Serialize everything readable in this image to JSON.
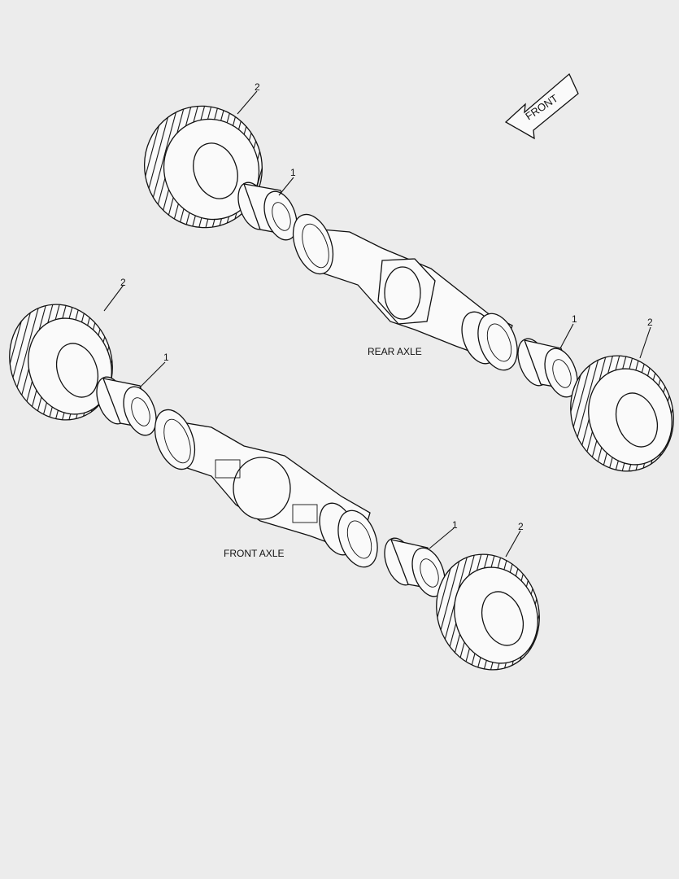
{
  "diagram": {
    "front_arrow_label": "FRONT",
    "rear_axle_label": "REAR AXLE",
    "front_axle_label": "FRONT AXLE",
    "callouts": {
      "rear_left_tire": "2",
      "rear_left_rim": "1",
      "rear_right_rim": "1",
      "rear_right_tire": "2",
      "front_left_tire": "2",
      "front_left_rim": "1",
      "front_right_rim": "1",
      "front_right_tire": "2"
    }
  }
}
